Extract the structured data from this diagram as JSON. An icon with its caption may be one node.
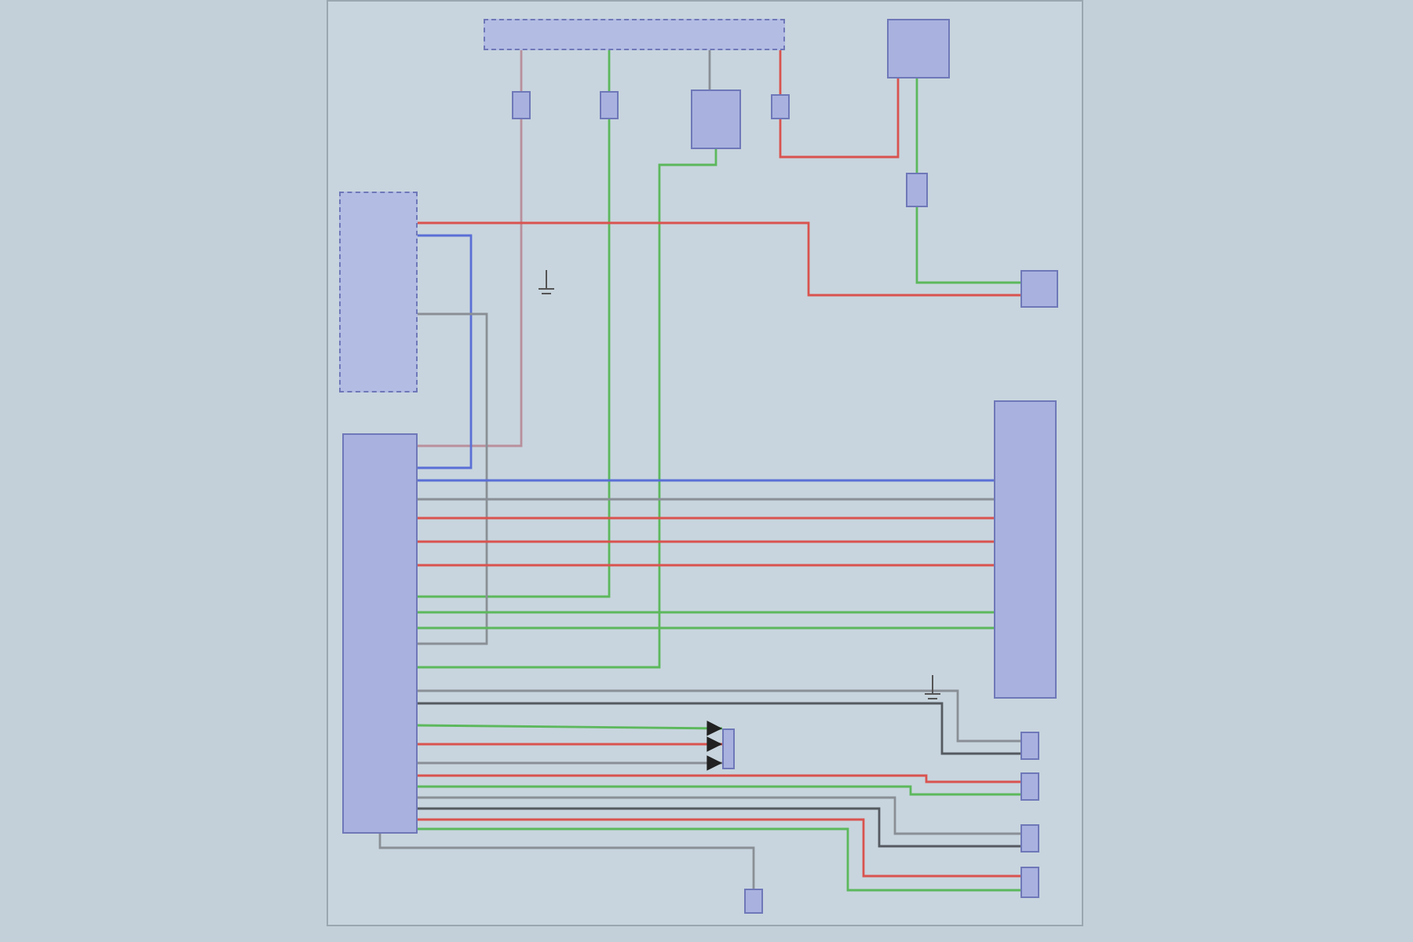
{
  "diagram": {
    "nodes": [
      {
        "text": [],
        "shape": "box"
      },
      {
        "text": [],
        "shape": "box"
      },
      {
        "text": [],
        "shape": "box"
      },
      {
        "text": [],
        "shape": "box"
      },
      {
        "text": [],
        "shape": "box"
      },
      {
        "text": [],
        "shape": "box"
      },
      {
        "text": [],
        "shape": "box"
      },
      {
        "text": [],
        "shape": "box"
      },
      {
        "text": [],
        "shape": "box"
      },
      {
        "text": [],
        "shape": "box"
      },
      {
        "text": [],
        "shape": "box"
      },
      {
        "text": [],
        "shape": "box"
      },
      {
        "text": [],
        "shape": "box"
      },
      {
        "text": [],
        "shape": "box"
      },
      {
        "text": [],
        "shape": "box"
      },
      {
        "text": [],
        "shape": "box"
      },
      {
        "text": [],
        "shape": "box"
      }
    ],
    "edges": [
      {
        "from": 0,
        "to": 2,
        "arrow": "none",
        "color": "#b8909c"
      },
      {
        "from": 2,
        "to": 9,
        "arrow": "none",
        "color": "#b8909c"
      },
      {
        "from": 0,
        "to": 3,
        "arrow": "none",
        "color": "#5cb85c"
      },
      {
        "from": 3,
        "to": 9,
        "arrow": "none",
        "color": "#5cb85c"
      },
      {
        "from": 0,
        "to": 4,
        "arrow": "none"
      },
      {
        "from": 4,
        "to": 9,
        "arrow": "none",
        "color": "#5cb85c"
      },
      {
        "from": 0,
        "to": 5,
        "arrow": "none",
        "color": "#d9534f"
      },
      {
        "from": 5,
        "to": 1,
        "arrow": "none",
        "color": "#d9534f"
      },
      {
        "from": 1,
        "to": 6,
        "arrow": "none",
        "color": "#5cb85c"
      },
      {
        "from": 6,
        "to": 8,
        "arrow": "none",
        "color": "#5cb85c"
      },
      {
        "from": 7,
        "to": 8,
        "arrow": "none",
        "color": "#d9534f"
      },
      {
        "from": 7,
        "to": 9,
        "arrow": "none",
        "color": "#5a6fd6"
      },
      {
        "from": 7,
        "to": 9,
        "arrow": "none"
      },
      {
        "from": 9,
        "to": 10,
        "arrow": "none",
        "color": "#5a6fd6"
      },
      {
        "from": 9,
        "to": 10,
        "arrow": "none"
      },
      {
        "from": 9,
        "to": 10,
        "arrow": "none",
        "color": "#d9534f"
      },
      {
        "from": 9,
        "to": 10,
        "arrow": "none",
        "color": "#d9534f"
      },
      {
        "from": 9,
        "to": 10,
        "arrow": "none",
        "color": "#d9534f"
      },
      {
        "from": 9,
        "to": 10,
        "arrow": "none",
        "color": "#5cb85c"
      },
      {
        "from": 9,
        "to": 10,
        "arrow": "none",
        "color": "#5cb85c"
      },
      {
        "from": 9,
        "to": 11,
        "arrow": "to",
        "color": "#5cb85c"
      },
      {
        "from": 9,
        "to": 11,
        "arrow": "to",
        "color": "#d9534f"
      },
      {
        "from": 9,
        "to": 11,
        "arrow": "to"
      },
      {
        "from": 9,
        "to": 12,
        "arrow": "none"
      },
      {
        "from": 9,
        "to": 12,
        "arrow": "none",
        "color": "#555a60"
      },
      {
        "from": 9,
        "to": 13,
        "arrow": "none",
        "color": "#d9534f"
      },
      {
        "from": 9,
        "to": 13,
        "arrow": "none",
        "color": "#5cb85c"
      },
      {
        "from": 9,
        "to": 14,
        "arrow": "none"
      },
      {
        "from": 9,
        "to": 14,
        "arrow": "none",
        "color": "#555a60"
      },
      {
        "from": 9,
        "to": 15,
        "arrow": "none",
        "color": "#d9534f"
      },
      {
        "from": 9,
        "to": 15,
        "arrow": "none",
        "color": "#5cb85c"
      },
      {
        "from": 16,
        "to": 9,
        "arrow": "none"
      }
    ]
  }
}
